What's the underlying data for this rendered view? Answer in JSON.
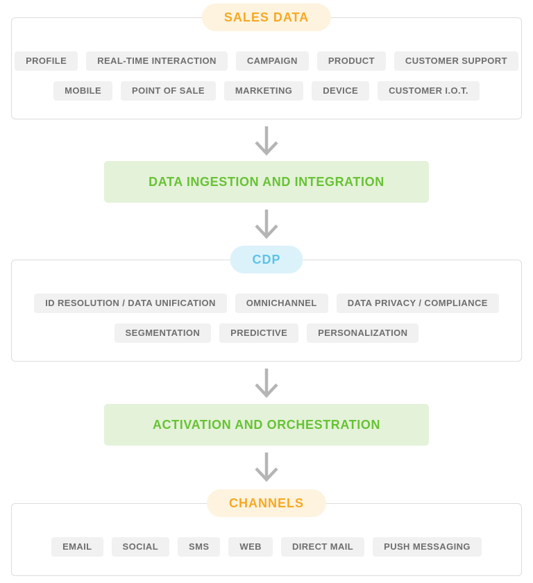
{
  "diagram": {
    "sections": [
      {
        "title": "SALES DATA",
        "rows": [
          [
            "PROFILE",
            "REAL-TIME INTERACTION",
            "CAMPAIGN",
            "PRODUCT",
            "CUSTOMER SUPPORT"
          ],
          [
            "MOBILE",
            "POINT OF SALE",
            "MARKETING",
            "DEVICE",
            "CUSTOMER I.O.T."
          ]
        ]
      },
      {
        "title": "CDP",
        "rows": [
          [
            "ID RESOLUTION / DATA UNIFICATION",
            "OMNICHANNEL",
            "DATA PRIVACY / COMPLIANCE"
          ],
          [
            "SEGMENTATION",
            "PREDICTIVE",
            "PERSONALIZATION"
          ]
        ]
      },
      {
        "title": "CHANNELS",
        "rows": [
          [
            "EMAIL",
            "SOCIAL",
            "SMS",
            "WEB",
            "DIRECT MAIL",
            "PUSH MESSAGING"
          ]
        ]
      }
    ],
    "bars": [
      {
        "label": "DATA INGESTION AND INTEGRATION"
      },
      {
        "label": "ACTIVATION AND ORCHESTRATION"
      }
    ],
    "colors": {
      "orange_text": "#f7a823",
      "orange_pill_bg": "#fdf3df",
      "blue_text": "#5ec3e8",
      "blue_pill_bg": "#dcf2fb",
      "green_text": "#67c234",
      "green_bar_bg": "#e4f2d9",
      "tag_bg": "#f1f1f2",
      "tag_text": "#6e6e6e",
      "box_border": "#dcdcdc",
      "arrow": "#b5b5b5"
    }
  }
}
